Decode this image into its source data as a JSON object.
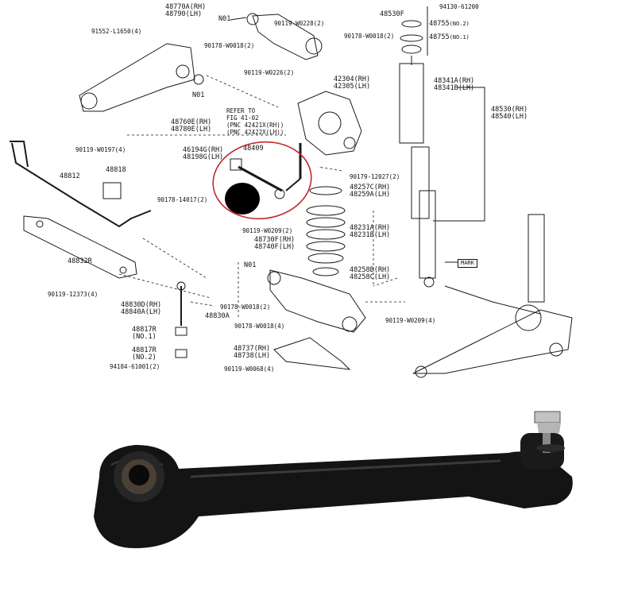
{
  "labels": {
    "p48770": [
      "48770A(RH)",
      "48790(LH)"
    ],
    "n01_top": "N01",
    "p90119_w0228": "90119-W0228(2)",
    "p90178_w0018_a": "90178-W0018(2)",
    "p91552": "91552-L1650(4)",
    "p90178_w0018_b": "90178-W0018(2)",
    "p90119_w0226": "90119-W0226(2)",
    "n01_mid": "N01",
    "p48760": [
      "48760E(RH)",
      "48780E(LH)"
    ],
    "p90119_w0197": "90119-W0197(4)",
    "p48812": "48812",
    "p48818": "48818",
    "p46194": [
      "46194G(RH)",
      "48198G(LH)"
    ],
    "p48409": "48409",
    "p90178_14017": "90178-14017(2)",
    "p48832r": "48832R",
    "p90119_12373": "90119-12373(4)",
    "p48830d": [
      "48830D(RH)",
      "48840A(LH)"
    ],
    "p48830a": "48830A",
    "p48817r_1": [
      "48817R",
      "(NO.1)"
    ],
    "p48817r_2": [
      "48817R",
      "(NO.2)"
    ],
    "p94184": "94184-61001(2)",
    "p90178_w0018_c": "90178-W0018(2)",
    "p90178_w0018_d": "90178-W0018(4)",
    "p90119_w0068": "90119-W0068(4)",
    "p48737": [
      "48737(RH)",
      "48738(LH)"
    ],
    "p48730f": [
      "48730F(RH)",
      "48740F(LH)"
    ],
    "n01_low": "N01",
    "p90119_w0209_a": "90119-W0209(2)",
    "p42304": [
      "42304(RH)",
      "42305(LH)"
    ],
    "refer": [
      "REFER TO",
      "FIG 41-02",
      "(PNC 42421X(RH))",
      "(PNC 42422X(LH))"
    ],
    "p90179_12027": "90179-12027(2)",
    "p48257c": [
      "48257C(RH)",
      "48259A(LH)"
    ],
    "p48231a": [
      "48231A(RH)",
      "48231B(LH)"
    ],
    "p48258b": [
      "48258B(RH)",
      "48258C(LH)"
    ],
    "p90119_w0209_b": "90119-W0209(4)",
    "p48530f": "48530F",
    "p94130": "94130-61200",
    "p48755_2": [
      "48755",
      "(NO.2)"
    ],
    "p48755_1": [
      "48755",
      "(NO.1)"
    ],
    "p48341a": [
      "48341A(RH)",
      "48341B(LH)"
    ],
    "p48530": [
      "48530(RH)",
      "48540(LH)"
    ],
    "mark": "MARK"
  },
  "colors": {
    "line": "#1a1a1a",
    "highlight": "#c0282d",
    "part_photo": "#141414"
  }
}
